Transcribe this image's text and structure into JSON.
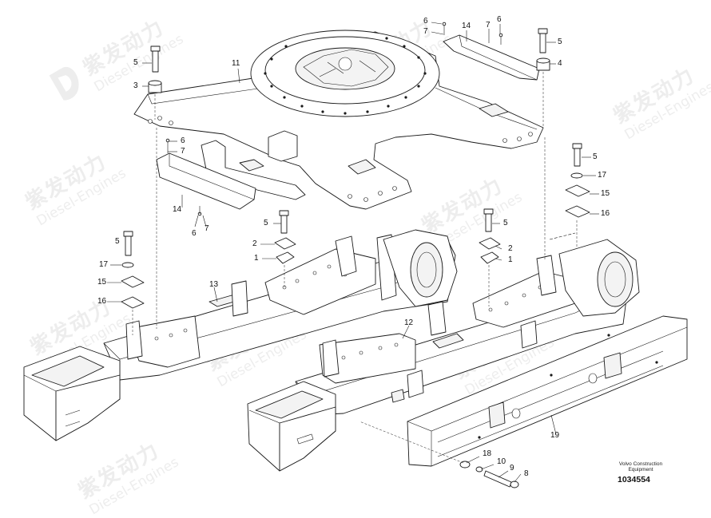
{
  "watermark": {
    "chinese": "紫发动力",
    "english": "Diesel-Engines"
  },
  "credit": {
    "line1": "Volvo Construction",
    "line2": "Equipment"
  },
  "reference_number": "1034554",
  "callouts": [
    {
      "id": "c6a",
      "text": "6"
    },
    {
      "id": "c7a",
      "text": "7"
    },
    {
      "id": "c14a",
      "text": "14"
    },
    {
      "id": "c7b",
      "text": "7"
    },
    {
      "id": "c6b",
      "text": "6"
    },
    {
      "id": "c5a",
      "text": "5"
    },
    {
      "id": "c4",
      "text": "4"
    },
    {
      "id": "c5b",
      "text": "5"
    },
    {
      "id": "c3",
      "text": "3"
    },
    {
      "id": "c11",
      "text": "11"
    },
    {
      "id": "c6c",
      "text": "6"
    },
    {
      "id": "c7c",
      "text": "7"
    },
    {
      "id": "c14b",
      "text": "14"
    },
    {
      "id": "c6d",
      "text": "6"
    },
    {
      "id": "c7d",
      "text": "7"
    },
    {
      "id": "c5c",
      "text": "5"
    },
    {
      "id": "c17a",
      "text": "17"
    },
    {
      "id": "c15a",
      "text": "15"
    },
    {
      "id": "c16a",
      "text": "16"
    },
    {
      "id": "c5d",
      "text": "5"
    },
    {
      "id": "c2a",
      "text": "2"
    },
    {
      "id": "c1a",
      "text": "1"
    },
    {
      "id": "c5e",
      "text": "5"
    },
    {
      "id": "c2b",
      "text": "2"
    },
    {
      "id": "c1b",
      "text": "1"
    },
    {
      "id": "c5f",
      "text": "5"
    },
    {
      "id": "c17b",
      "text": "17"
    },
    {
      "id": "c15b",
      "text": "15"
    },
    {
      "id": "c16b",
      "text": "16"
    },
    {
      "id": "c13",
      "text": "13"
    },
    {
      "id": "c12",
      "text": "12"
    },
    {
      "id": "c19",
      "text": "19"
    },
    {
      "id": "c18",
      "text": "18"
    },
    {
      "id": "c10",
      "text": "10"
    },
    {
      "id": "c9",
      "text": "9"
    },
    {
      "id": "c8",
      "text": "8"
    }
  ]
}
